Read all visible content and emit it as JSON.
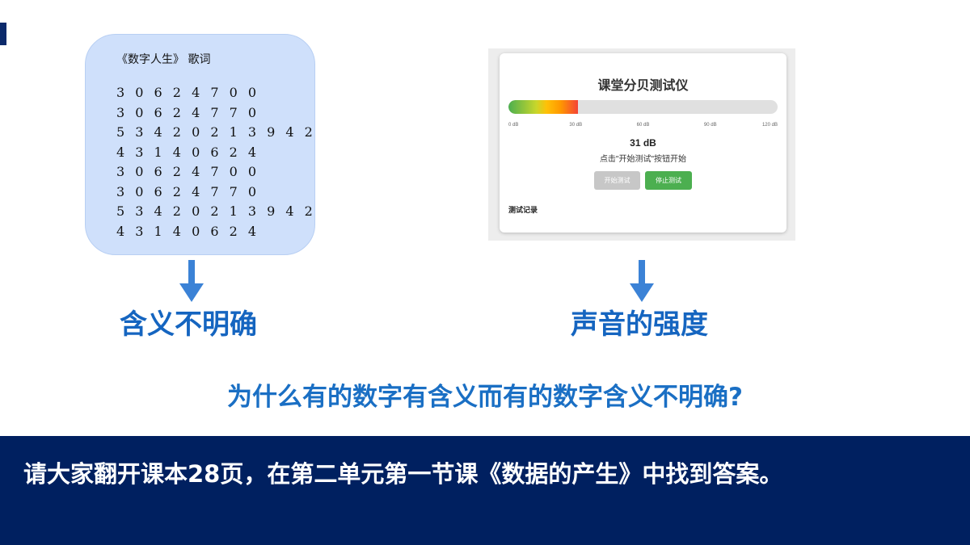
{
  "slide": {
    "lyrics": {
      "title": "《数字人生》 歌词",
      "lines": [
        "3 0 6 2 4 7 0 0",
        "3 0 6 2 4 7 7 0",
        "5 3 4 2 0 2 1 3 9 4 2",
        "4 3 1 4 0 6 2 4",
        "3 0 6 2 4 7 0 0",
        "3 0 6 2 4 7 7 0",
        "5 3 4 2 0 2 1 3 9 4 2",
        "4 3 1 4 0 6 2 4"
      ]
    },
    "meter": {
      "title": "课堂分贝测试仪",
      "level": 31,
      "level_max": 120,
      "scale_labels": [
        "0 dB",
        "30 dB",
        "60 dB",
        "90 dB",
        "120 dB"
      ],
      "value_text": "31 dB",
      "status": "点击\"开始测试\"按钮开始",
      "start_label": "开始测试",
      "stop_label": "停止测试",
      "log_label": "测试记录"
    },
    "caption_left": "含义不明确",
    "caption_right": "声音的强度",
    "question": "为什么有的数字有含义而有的数字含义不明确?",
    "instruction": "请大家翻开课本28页，在第二单元第一节课《数据的产生》中找到答案。"
  },
  "colors": {
    "accent_blue": "#1565c0",
    "footer_navy": "#002060",
    "card_blue": "#cfe0fb",
    "button_green": "#4caf50",
    "arrow_blue": "#3b82d6"
  }
}
